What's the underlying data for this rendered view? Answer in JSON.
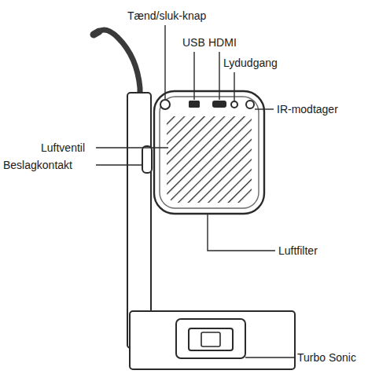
{
  "diagram": {
    "labels": [
      "Tænd/sluk-knap",
      "USB",
      "HDMI",
      "Lydudgang",
      "IR-modtager",
      "Luftventil",
      "Beslagkontakt",
      "Luftfilter",
      "Turbo Sonic"
    ]
  }
}
